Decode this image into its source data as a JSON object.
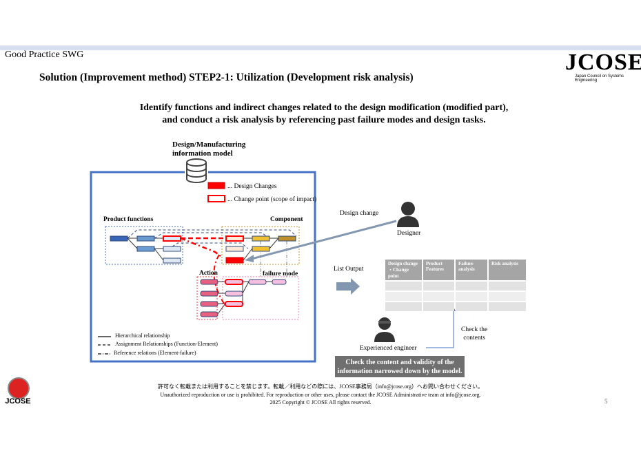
{
  "header": {
    "org": "Good Practice SWG",
    "logo_text": "JCOSE",
    "logo_subtitle": "Japan Council on Systems Engineering"
  },
  "title": "Solution (Improvement method) STEP2-1: Utilization (Development risk analysis)",
  "subtitle": [
    "Identify functions and indirect changes related to the design modification (modified part),",
    "and conduct a risk analysis by referencing past failure modes and design tasks."
  ],
  "model": {
    "title": [
      "Design/Manufacturing",
      "information model"
    ],
    "icon": "database-icon",
    "legend_design_changes": "... Design Changes",
    "legend_change_point": "... Change point (scope of impact)",
    "product_functions": "Product functions",
    "component": "Component",
    "action": "Action",
    "failure_mode": "failure mode",
    "line_legend": [
      "Hierarchical relationship",
      "Assignment Relationships (Function-Element)",
      "Reference relations (Element-failure)"
    ]
  },
  "flow": {
    "design_change": "Design change",
    "designer": "Designer",
    "list_output": "List Output",
    "table_headers": [
      "Design change\n・Change point",
      "Product\nFeatures",
      "Failure\nanalysis",
      "Risk analysis"
    ],
    "check": [
      "Check the",
      "contents"
    ],
    "engineer": "Experienced engineer",
    "box": [
      "Check the content and validity of the",
      "information narrowed down by the model."
    ]
  },
  "footer": {
    "jp": "許可なく転載または利用することを禁じます。転載／利用などの際には、JCOSE事務局（info@jcose.org）へお問い合わせください。",
    "en": "Unauthorized reproduction or use is prohibited.  For reproduction or other uses, please contact the JCOSE Administrative team at info@jcose.org.",
    "copyright": "2025 Copyright © JCOSE All rights reserved.",
    "page": "5",
    "badge_text": "JCOSE"
  },
  "colors": {
    "accent_blue": "#4472c4",
    "design_change_red": "#ff0000",
    "arrow": "#8497b0"
  }
}
